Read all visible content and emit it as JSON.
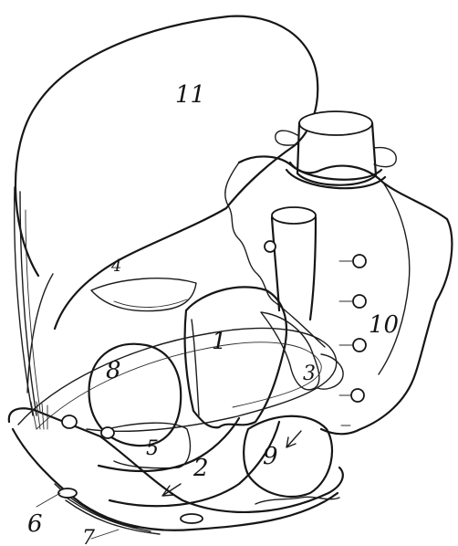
{
  "figure": {
    "labels": {
      "l11": "11",
      "l10": "10",
      "l4": "4",
      "l1": "1",
      "l8": "8",
      "l3": "3",
      "l5": "5",
      "l2": "2",
      "l9": "9",
      "l6": "6",
      "l7": "7"
    },
    "ink_color": "#161616",
    "background_color": "#ffffff"
  }
}
